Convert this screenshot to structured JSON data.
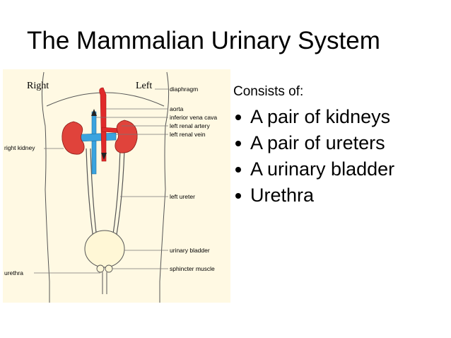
{
  "title": "The Mammalian Urinary System",
  "figure": {
    "side_labels": {
      "right": "Right",
      "left": "Left"
    },
    "labels": {
      "diaphragm": "diaphragm",
      "aorta": "aorta",
      "inferior_vena_cava": "inferior vena cava",
      "left_renal_artery": "left renal artery",
      "left_renal_vein": "left renal vein",
      "right_kidney": "right kidney",
      "left_ureter": "left ureter",
      "urinary_bladder": "urinary bladder",
      "sphincter_muscle": "sphincter muscle",
      "urethra": "urethra"
    },
    "colors": {
      "background": "#fff9e3",
      "kidney": "#e0433b",
      "aorta": "#e02a2a",
      "vena_cava": "#3aa3df",
      "bladder": "#fff7d6"
    }
  },
  "text_panel": {
    "intro": "Consists of:",
    "bullets": [
      "A pair of kidneys",
      "A pair of ureters",
      "A urinary bladder",
      "Urethra"
    ]
  }
}
